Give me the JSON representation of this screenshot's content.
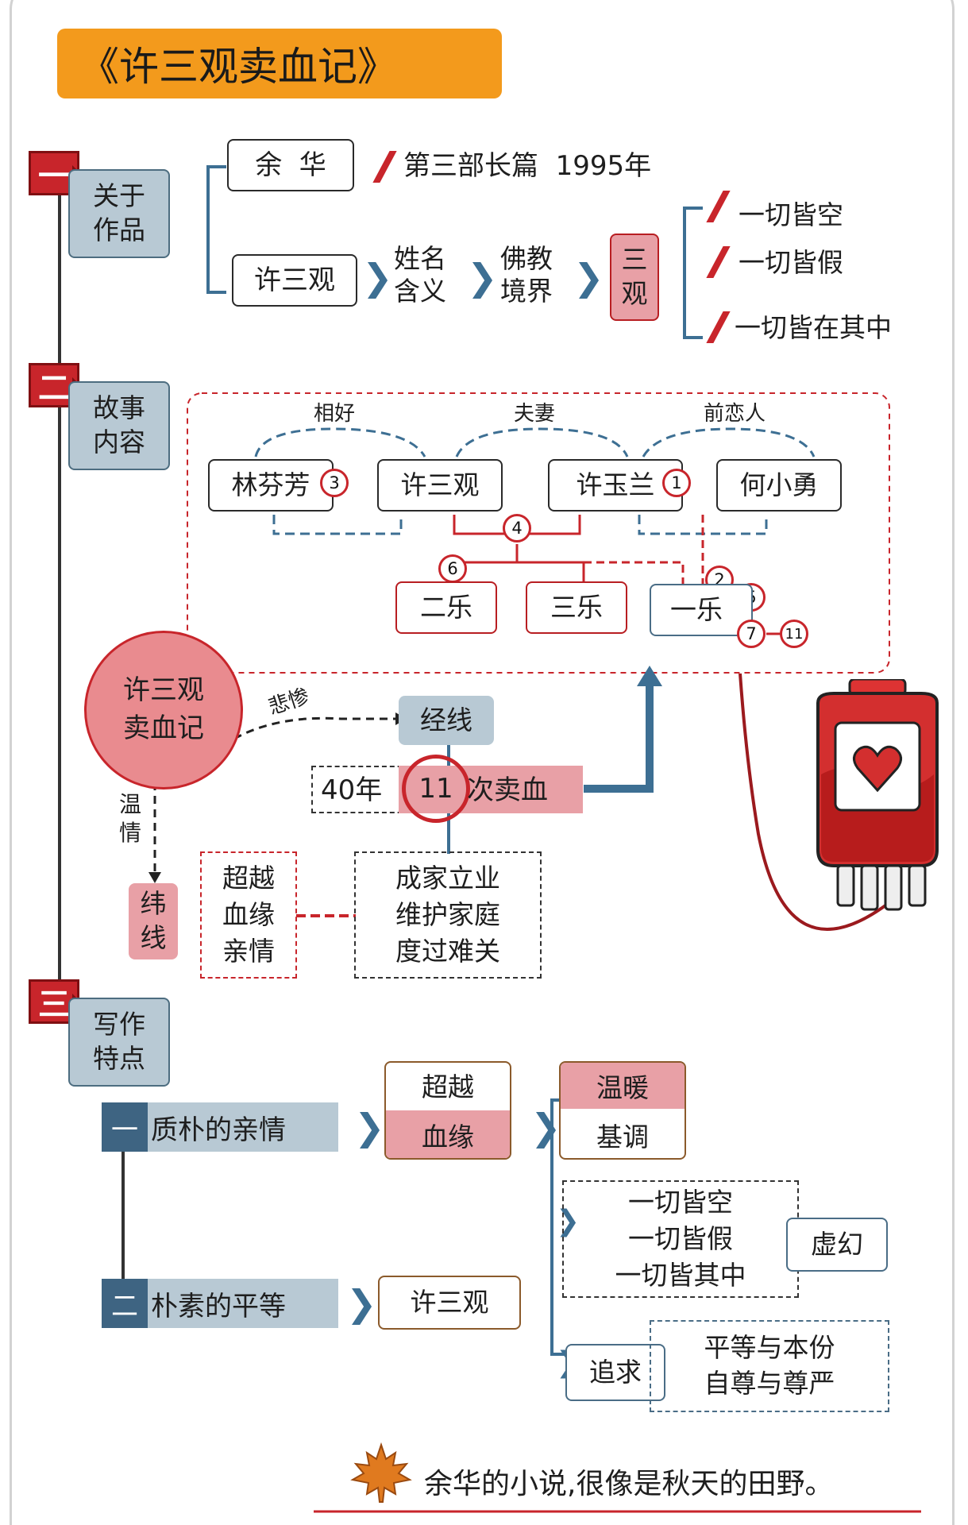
{
  "title": "《许三观卖血记》",
  "section1": {
    "badge": "一",
    "label": "关于\n作品",
    "author": "余  华",
    "work_info": "第三部长篇  1995年",
    "character": "许三观",
    "name_meaning": "姓名\n含义",
    "buddhism": "佛教\n境界",
    "three_views": "三\n观",
    "views": [
      "一切皆空",
      "一切皆假",
      "一切皆在其中"
    ]
  },
  "section2": {
    "badge": "二",
    "label": "故事\n内容",
    "relations": [
      "相好",
      "夫妻",
      "前恋人"
    ],
    "people": [
      "林芬芳",
      "许三观",
      "许玉兰",
      "何小勇"
    ],
    "children": [
      "二乐",
      "三乐",
      "一乐"
    ],
    "markers": [
      "3",
      "1",
      "4",
      "6",
      "2",
      "5",
      "7",
      "11"
    ],
    "center": "许三观\n卖血记",
    "sad": "悲惨",
    "warm": "温\n情",
    "warp": "经线",
    "years": "40年",
    "count": "11",
    "sell": "次卖血",
    "weft": "纬\n线",
    "beyond": "超越\n血缘\n亲情",
    "purposes": "成家立业\n维护家庭\n度过难关"
  },
  "section3": {
    "badge": "三",
    "label": "写作\n特点",
    "feature1_num": "一",
    "feature1": "质朴的亲情",
    "beyond_top": "超越",
    "beyond_bottom": "血缘",
    "warm_top": "温暖",
    "warm_bottom": "基调",
    "feature2_num": "二",
    "feature2": "朴素的平等",
    "character": "许三观",
    "illusions": "一切皆空\n一切皆假\n一切皆其中",
    "illusion": "虚幻",
    "pursuit": "追求",
    "values": "平等与本份\n自尊与尊严"
  },
  "quote": "余华的小说,很像是秋天的田野。",
  "colors": {
    "accent_orange": "#f39a1c",
    "accent_red": "#c8252b",
    "steel_blue": "#3d6f93",
    "light_blue": "#b8c9d4",
    "pink": "#e8a0a6"
  },
  "icons": [
    "maple-leaf-icon",
    "blood-bag-icon",
    "heart-icon"
  ]
}
